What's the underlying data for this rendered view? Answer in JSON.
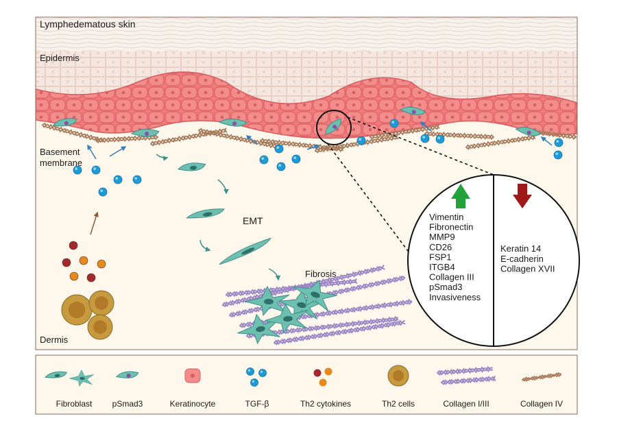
{
  "labels": {
    "title": "Lymphedematous skin",
    "epidermis": "Epidermis",
    "basement_line1": "Basement",
    "basement_line2": "membrane",
    "dermis": "Dermis",
    "emt": "EMT",
    "fibrosis": "Fibrosis"
  },
  "zoom_panel": {
    "up_markers": [
      "Vimentin",
      "Fibronectin",
      "MMP9",
      "CD26",
      "FSP1",
      "ITGB4",
      "Collagen III",
      "pSmad3",
      "Invasiveness"
    ],
    "down_markers": [
      "Keratin 14",
      "E-cadherin",
      "Collagen XVII"
    ],
    "up_arrow_color": "#22a33a",
    "down_arrow_color": "#a01818"
  },
  "legend": {
    "items": [
      {
        "label": "Fibroblast",
        "icon": "fibroblast-icon"
      },
      {
        "label": "pSmad3",
        "icon": "psmad3-icon"
      },
      {
        "label": "Keratinocyte",
        "icon": "keratinocyte-icon"
      },
      {
        "label": "TGF-β",
        "icon": "tgf-beta-icon"
      },
      {
        "label": "Th2 cytokines",
        "icon": "th2-cytokines-icon"
      },
      {
        "label": "Th2 cells",
        "icon": "th2-cells-icon"
      },
      {
        "label": "Collagen I/III",
        "icon": "collagen-1-3-icon"
      },
      {
        "label": "Collagen IV",
        "icon": "collagen-4-icon"
      }
    ]
  },
  "colors": {
    "keratinocyte": "#ee7a7a",
    "upper_epidermis": "#f6e6e0",
    "dermis_bg": "#fdf7ec",
    "fibroblast": "#6dbfb0",
    "nucleus": "#2f6f6a",
    "psmad3": "#8b4fa6",
    "tgf_beta": "#1e9bd7",
    "collagen_1_3": "#9b86c7",
    "collagen_4": "#a67a5a",
    "th2_cell": "#c89a3e",
    "th2_red": "#a3292e",
    "th2_orange": "#e58a1f"
  }
}
